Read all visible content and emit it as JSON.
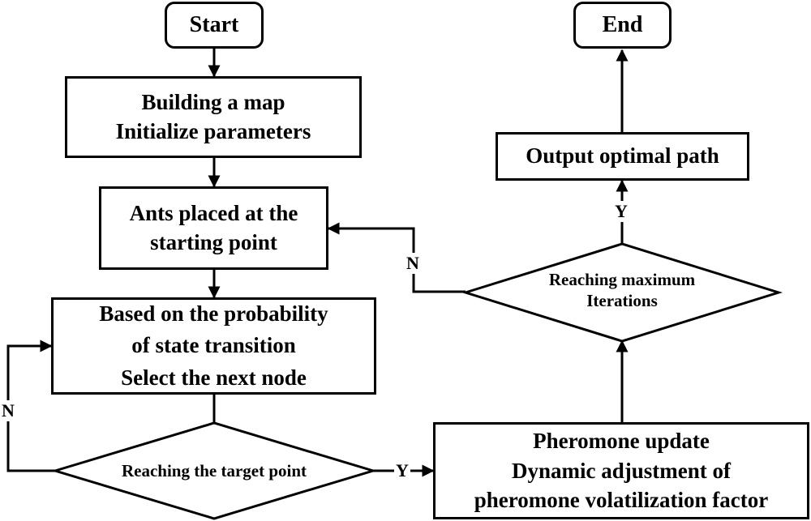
{
  "nodes": {
    "start": "Start",
    "end": "End",
    "build_map": [
      "Building a map",
      "Initialize parameters"
    ],
    "ants_placed": [
      "Ants placed at the",
      "starting point"
    ],
    "select_node": [
      "Based on the probability",
      "of state transition",
      "Select the next node"
    ],
    "reach_target": "Reaching the target point",
    "pheromone": [
      "Pheromone update",
      "Dynamic adjustment of",
      "pheromone volatilization factor"
    ],
    "reach_max": [
      "Reaching maximum",
      "Iterations"
    ],
    "output": "Output optimal path"
  },
  "edges": {
    "yes": "Y",
    "no": "N"
  }
}
